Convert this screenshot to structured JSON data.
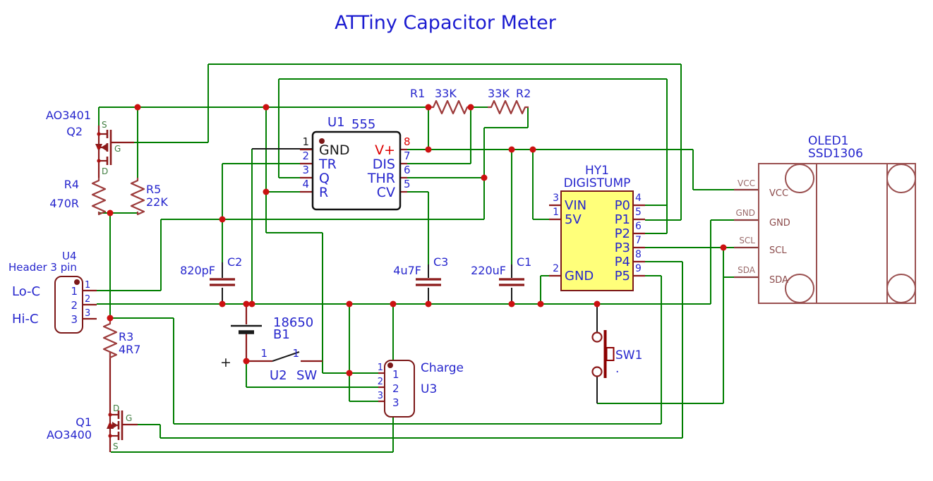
{
  "title": "ATTiny Capacitor Meter",
  "u1": {
    "ref": "U1",
    "value": "555",
    "pn_l": [
      "1",
      "2",
      "3",
      "4"
    ],
    "pin_l": [
      "GND",
      "TR",
      "Q",
      "R"
    ],
    "pn_r": [
      "8",
      "7",
      "6",
      "5"
    ],
    "pin_r": [
      "V+",
      "DIS",
      "THR",
      "CV"
    ]
  },
  "r1": {
    "ref": "R1",
    "value": "33K"
  },
  "r2": {
    "ref": "R2",
    "value": "33K"
  },
  "r3": {
    "ref": "R3",
    "value": "4R7"
  },
  "r4": {
    "ref": "R4",
    "value": "470R"
  },
  "r5": {
    "ref": "R5",
    "value": "22K"
  },
  "c1": {
    "ref": "C1",
    "value": "220uF"
  },
  "c2": {
    "ref": "C2",
    "value": "820pF"
  },
  "c3": {
    "ref": "C3",
    "value": "4u7F"
  },
  "q1": {
    "ref": "Q1",
    "value": "AO3400",
    "d": "D",
    "g": "G",
    "s": "S"
  },
  "q2": {
    "ref": "Q2",
    "value": "AO3401",
    "d": "D",
    "g": "G",
    "s": "S"
  },
  "b1": {
    "ref": "B1",
    "value": "18650",
    "plus": "+"
  },
  "u2": {
    "ref": "U2",
    "value": "SW",
    "p1": "1",
    "p2": "1"
  },
  "u4": {
    "ref": "U4",
    "value": "Header 3 pin",
    "top": "Lo-C",
    "bottom": "Hi-C",
    "n1": "1",
    "n2": "2",
    "n3": "3"
  },
  "u3": {
    "ref": "U3",
    "value": "Charge",
    "n1": "1",
    "n2": "2",
    "n3": "3"
  },
  "hy1": {
    "ref": "HY1",
    "value": "DIGISTUMP",
    "vin": "VIN",
    "v5": "5V",
    "gnd": "GND",
    "nvin": "3",
    "nv5": "1",
    "ngnd": "2",
    "p": [
      "P0",
      "P1",
      "P2",
      "P3",
      "P4",
      "P5"
    ],
    "pn": [
      "4",
      "5",
      "6",
      "7",
      "8",
      "9"
    ]
  },
  "sw1": {
    "ref": "SW1",
    "dot": "."
  },
  "oled": {
    "ref": "OLED1",
    "value": "SSD1306",
    "vcc": "VCC",
    "gnd": "GND",
    "scl": "SCL",
    "sda": "SDA"
  },
  "colors": {
    "wire": "#007e00",
    "junction": "#cc1111",
    "symbol": "#8b1a1a",
    "resistor": "#9c3a3a",
    "module_fill": "#ffff7a",
    "label_blue": "#2626cd",
    "title_blue": "#1b1bd0",
    "oled_outline": "#9a5050",
    "black": "#1a1a1a"
  }
}
